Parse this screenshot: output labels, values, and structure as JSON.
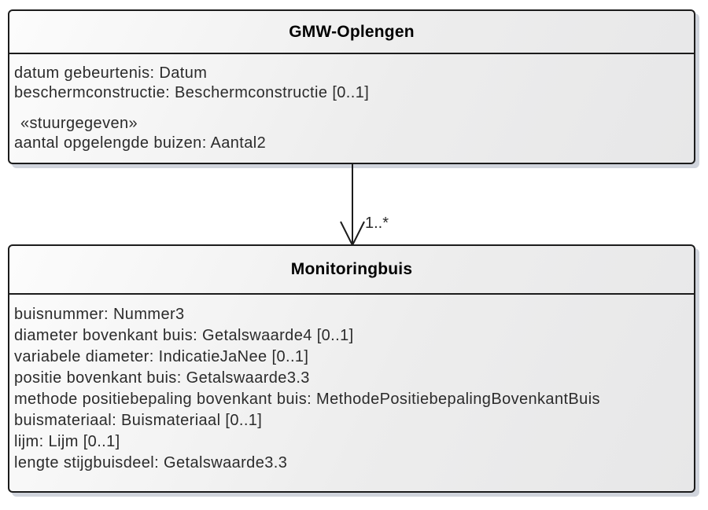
{
  "diagram": {
    "classes": [
      {
        "name": "GMW-Oplengen",
        "attributes": [
          "datum gebeurtenis: Datum",
          "beschermconstructie: Beschermconstructie [0..1]"
        ],
        "stereotype_group": {
          "stereotype": "«stuurgegeven»",
          "attributes": [
            "aantal opgelengde buizen: Aantal2"
          ]
        }
      },
      {
        "name": "Monitoringbuis",
        "attributes": [
          "buisnummer: Nummer3",
          "diameter bovenkant buis: Getalswaarde4 [0..1]",
          "variabele diameter: IndicatieJaNee [0..1]",
          "positie bovenkant buis: Getalswaarde3.3",
          "methode positiebepaling bovenkant buis: MethodePositiebepalingBovenkantBuis",
          "buismateriaal: Buismateriaal [0..1]",
          "lijm: Lijm [0..1]",
          "lengte stijgbuisdeel: Getalswaarde3.3"
        ]
      }
    ],
    "association": {
      "multiplicity_label": "1..*"
    },
    "colors": {
      "box_border": "#1c1c1c",
      "box_fill_light": "#fcfcfc",
      "box_fill_dark": "#e7e7e8",
      "drop_shadow": "#d0d4dc",
      "text": "#2b2b2b"
    }
  }
}
